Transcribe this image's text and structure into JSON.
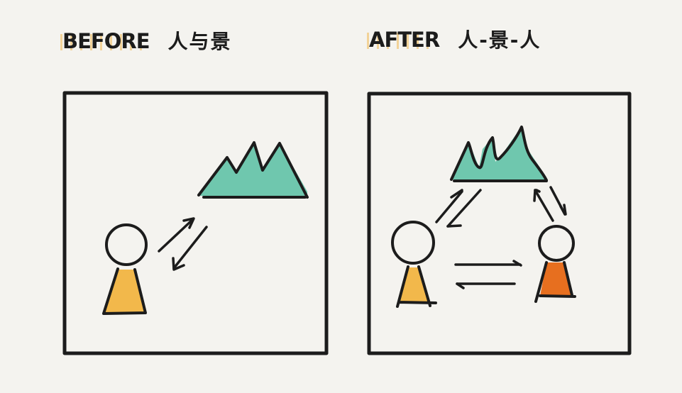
{
  "panels": {
    "before": {
      "title_en": "BEFORE",
      "title_zh": "人与景",
      "elements": [
        "person",
        "landscape",
        "two-way-arrows"
      ]
    },
    "after": {
      "title_en": "AFTER",
      "title_zh": "人-景-人",
      "elements": [
        "person-left",
        "landscape",
        "person-right",
        "two-way-arrows x3"
      ]
    }
  },
  "colors": {
    "background": "#f4f3ef",
    "stroke": "#1c1c1c",
    "mountain": "#6fc7ae",
    "person_yellow": "#f2b84b",
    "person_orange": "#e76f1f",
    "title_highlight": "#f0b850"
  }
}
